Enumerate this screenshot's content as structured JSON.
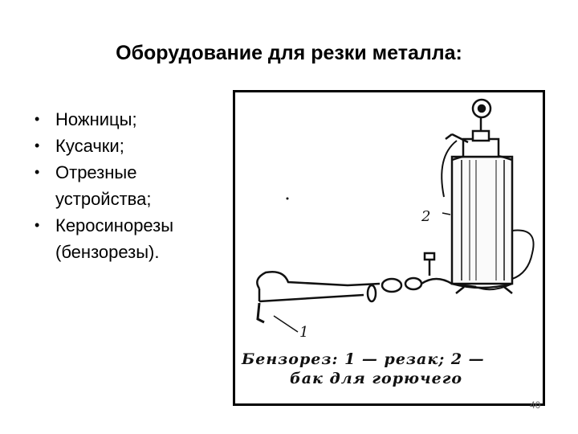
{
  "slide": {
    "title": "Оборудование для резки металла:",
    "bullets": [
      {
        "text": "Ножницы;"
      },
      {
        "text": "Кусачки;"
      },
      {
        "text": "Отрезные устройства;"
      },
      {
        "text": "Керосинорезы (бензорезы)."
      }
    ],
    "bullet_glyph": "•",
    "figure": {
      "label_1": "1",
      "label_2": "2",
      "caption_line1": "Бензорез: 1 — резак; 2 —",
      "caption_line2": "бак для горючего"
    },
    "slide_number": "40"
  }
}
